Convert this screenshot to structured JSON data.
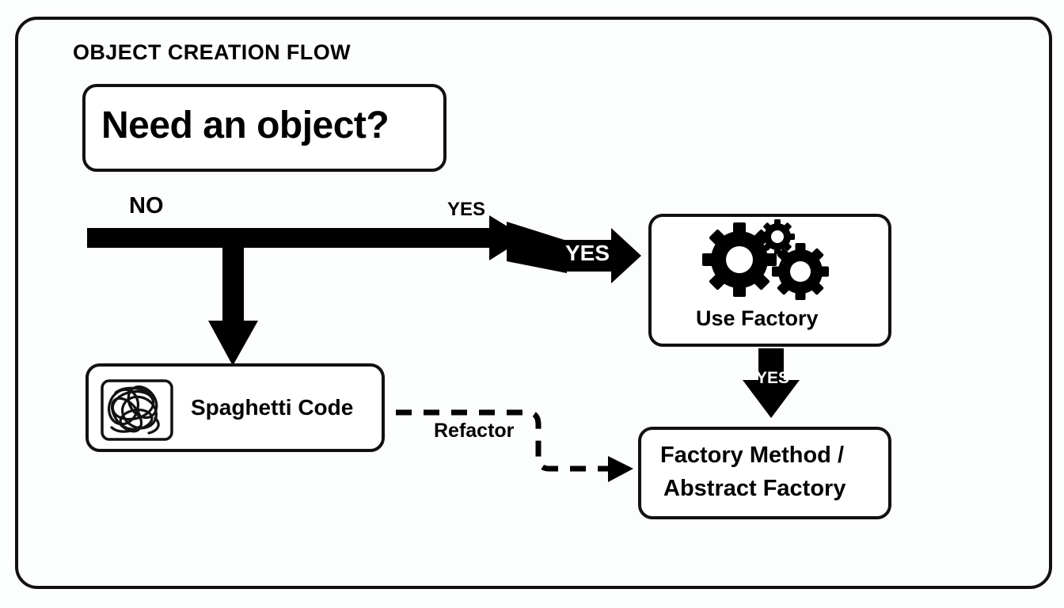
{
  "frame": {
    "title": "OBJECT CREATION FLOW",
    "border_color": "#111111",
    "background_color": "#fcfefe"
  },
  "nodes": {
    "decision": {
      "label": "Need an object?",
      "shape": "rounded-rect"
    },
    "use_factory": {
      "label": "Use Factory",
      "icon": "gears-icon",
      "shape": "rounded-rect"
    },
    "spaghetti_code": {
      "label": "Spaghetti Code",
      "icon": "scribble-tangle-icon",
      "shape": "rounded-rect"
    },
    "factory_method": {
      "line1": "Factory Method /",
      "line2": "Abstract Factory",
      "shape": "rounded-rect"
    }
  },
  "edges": {
    "no_branch_label": "NO",
    "yes_top_label": "YES",
    "yes_inline_label": "YES",
    "yes_vertical_label": "YES",
    "refactor_label": "Refactor",
    "refactor_style": "dashed"
  },
  "colors": {
    "ink": "#000000",
    "stroke": "#111111",
    "knockout_text": "#ffffff",
    "canvas": "#fcfefe"
  }
}
